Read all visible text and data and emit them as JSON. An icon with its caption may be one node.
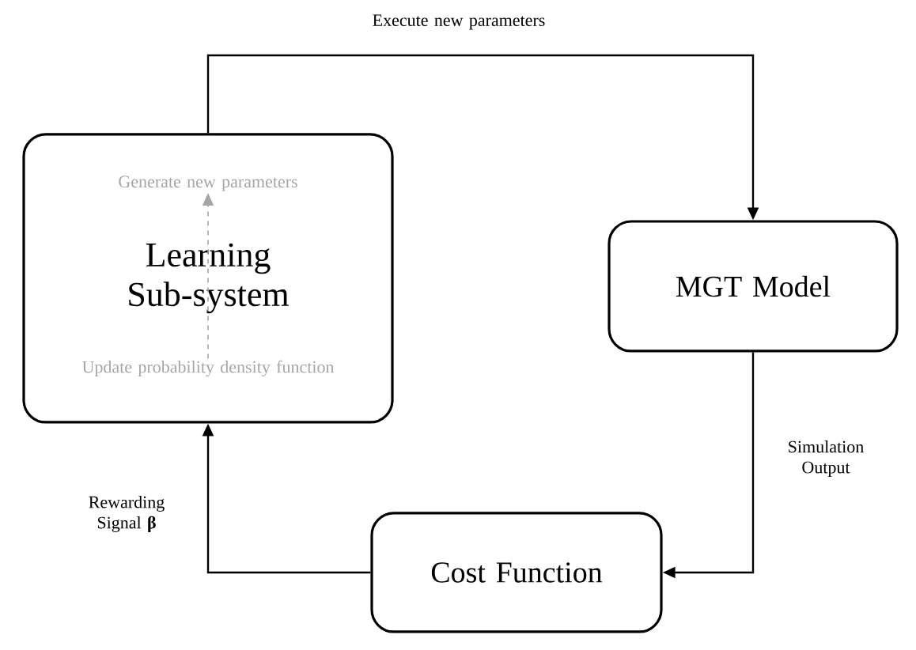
{
  "diagram": {
    "nodes": [
      {
        "text": [
          "Learning Sub-system"
        ]
      },
      {
        "text": [
          "Generate new parameters"
        ],
        "in": 0
      },
      {
        "text": [
          "Update probability density function"
        ],
        "in": 0
      },
      {
        "text": [
          "MGT Model"
        ]
      },
      {
        "text": [
          "Cost Function"
        ]
      }
    ],
    "edges": [
      {
        "from": 0,
        "to": 3,
        "arrow": "to",
        "label": "Execute new parameters"
      },
      {
        "from": 3,
        "to": 4,
        "arrow": "to",
        "label": "Simulation Output"
      },
      {
        "from": 4,
        "to": 0,
        "arrow": "to",
        "label": "Rewarding Signal **β**"
      },
      {
        "from": 2,
        "to": 1,
        "arrow": "to",
        "style": "dashed",
        "color": "#a6a6a6"
      }
    ]
  }
}
